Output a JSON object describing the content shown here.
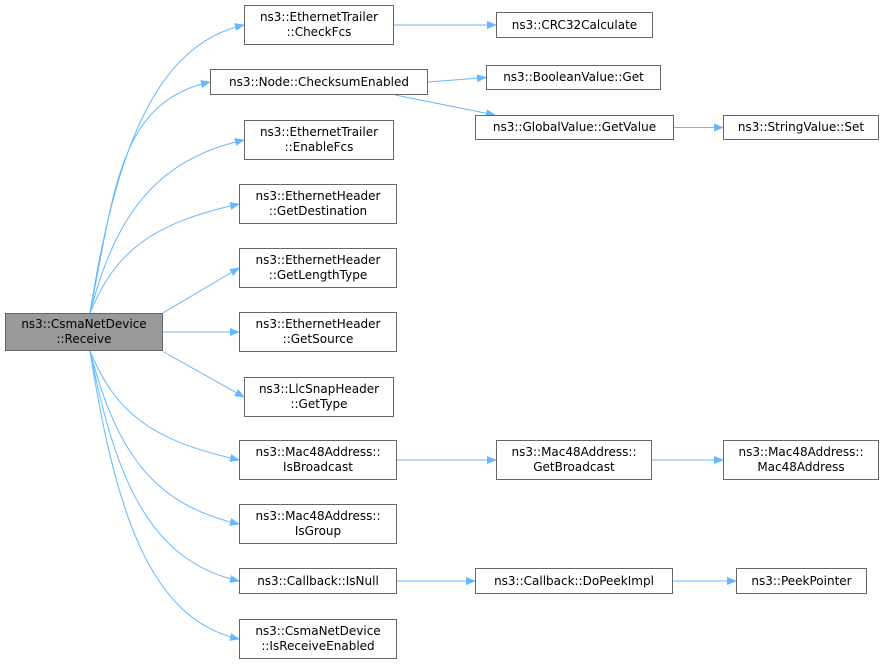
{
  "colors": {
    "edge": "#63b8ff",
    "node_border": "#666666",
    "node_fill": "#ffffff",
    "root_fill": "#999999"
  },
  "nodes": {
    "root": {
      "lines": [
        "ns3::CsmaNetDevice",
        "::Receive"
      ]
    },
    "checkfcs": {
      "lines": [
        "ns3::EthernetTrailer",
        "::CheckFcs"
      ]
    },
    "crc32": {
      "lines": [
        "ns3::CRC32Calculate"
      ]
    },
    "checksumenabled": {
      "lines": [
        "ns3::Node::ChecksumEnabled"
      ]
    },
    "booleanget": {
      "lines": [
        "ns3::BooleanValue::Get"
      ]
    },
    "globalgetvalue": {
      "lines": [
        "ns3::GlobalValue::GetValue"
      ]
    },
    "stringset": {
      "lines": [
        "ns3::StringValue::Set"
      ]
    },
    "enablefcs": {
      "lines": [
        "ns3::EthernetTrailer",
        "::EnableFcs"
      ]
    },
    "getdestination": {
      "lines": [
        "ns3::EthernetHeader",
        "::GetDestination"
      ]
    },
    "getlengthtype": {
      "lines": [
        "ns3::EthernetHeader",
        "::GetLengthType"
      ]
    },
    "getsource": {
      "lines": [
        "ns3::EthernetHeader",
        "::GetSource"
      ]
    },
    "llcgettype": {
      "lines": [
        "ns3::LlcSnapHeader",
        "::GetType"
      ]
    },
    "isbroadcast": {
      "lines": [
        "ns3::Mac48Address::",
        "IsBroadcast"
      ]
    },
    "getbroadcast": {
      "lines": [
        "ns3::Mac48Address::",
        "GetBroadcast"
      ]
    },
    "mac48ctor": {
      "lines": [
        "ns3::Mac48Address::",
        "Mac48Address"
      ]
    },
    "isgroup": {
      "lines": [
        "ns3::Mac48Address::",
        "IsGroup"
      ]
    },
    "isnull": {
      "lines": [
        "ns3::Callback::IsNull"
      ]
    },
    "dopeekimpl": {
      "lines": [
        "ns3::Callback::DoPeekImpl"
      ]
    },
    "peekpointer": {
      "lines": [
        "ns3::PeekPointer"
      ]
    },
    "isreceiveenabled": {
      "lines": [
        "ns3::CsmaNetDevice",
        "::IsReceiveEnabled"
      ]
    }
  },
  "edges": [
    [
      "root",
      "checkfcs"
    ],
    [
      "root",
      "checksumenabled"
    ],
    [
      "root",
      "enablefcs"
    ],
    [
      "root",
      "getdestination"
    ],
    [
      "root",
      "getlengthtype"
    ],
    [
      "root",
      "getsource"
    ],
    [
      "root",
      "llcgettype"
    ],
    [
      "root",
      "isbroadcast"
    ],
    [
      "root",
      "isgroup"
    ],
    [
      "root",
      "isnull"
    ],
    [
      "root",
      "isreceiveenabled"
    ],
    [
      "checkfcs",
      "crc32"
    ],
    [
      "checksumenabled",
      "booleanget"
    ],
    [
      "checksumenabled",
      "globalgetvalue"
    ],
    [
      "globalgetvalue",
      "stringset"
    ],
    [
      "isbroadcast",
      "getbroadcast"
    ],
    [
      "getbroadcast",
      "mac48ctor"
    ],
    [
      "isnull",
      "dopeekimpl"
    ],
    [
      "dopeekimpl",
      "peekpointer"
    ]
  ]
}
